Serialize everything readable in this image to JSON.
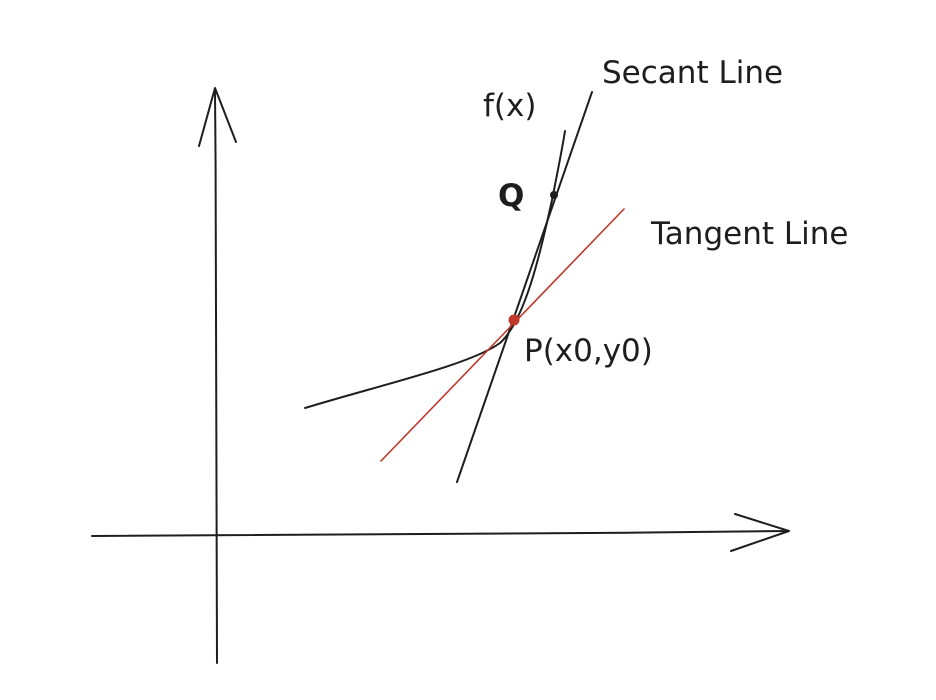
{
  "labels": {
    "secant": "Secant Line",
    "function": "f(x)",
    "point_q": "Q",
    "tangent": "Tangent Line",
    "point_p": "P(x0,y0)"
  },
  "colors": {
    "ink": "#1e1e1e",
    "tangent": "#c0392b",
    "point_p": "#c0392b",
    "background": "#ffffff"
  }
}
